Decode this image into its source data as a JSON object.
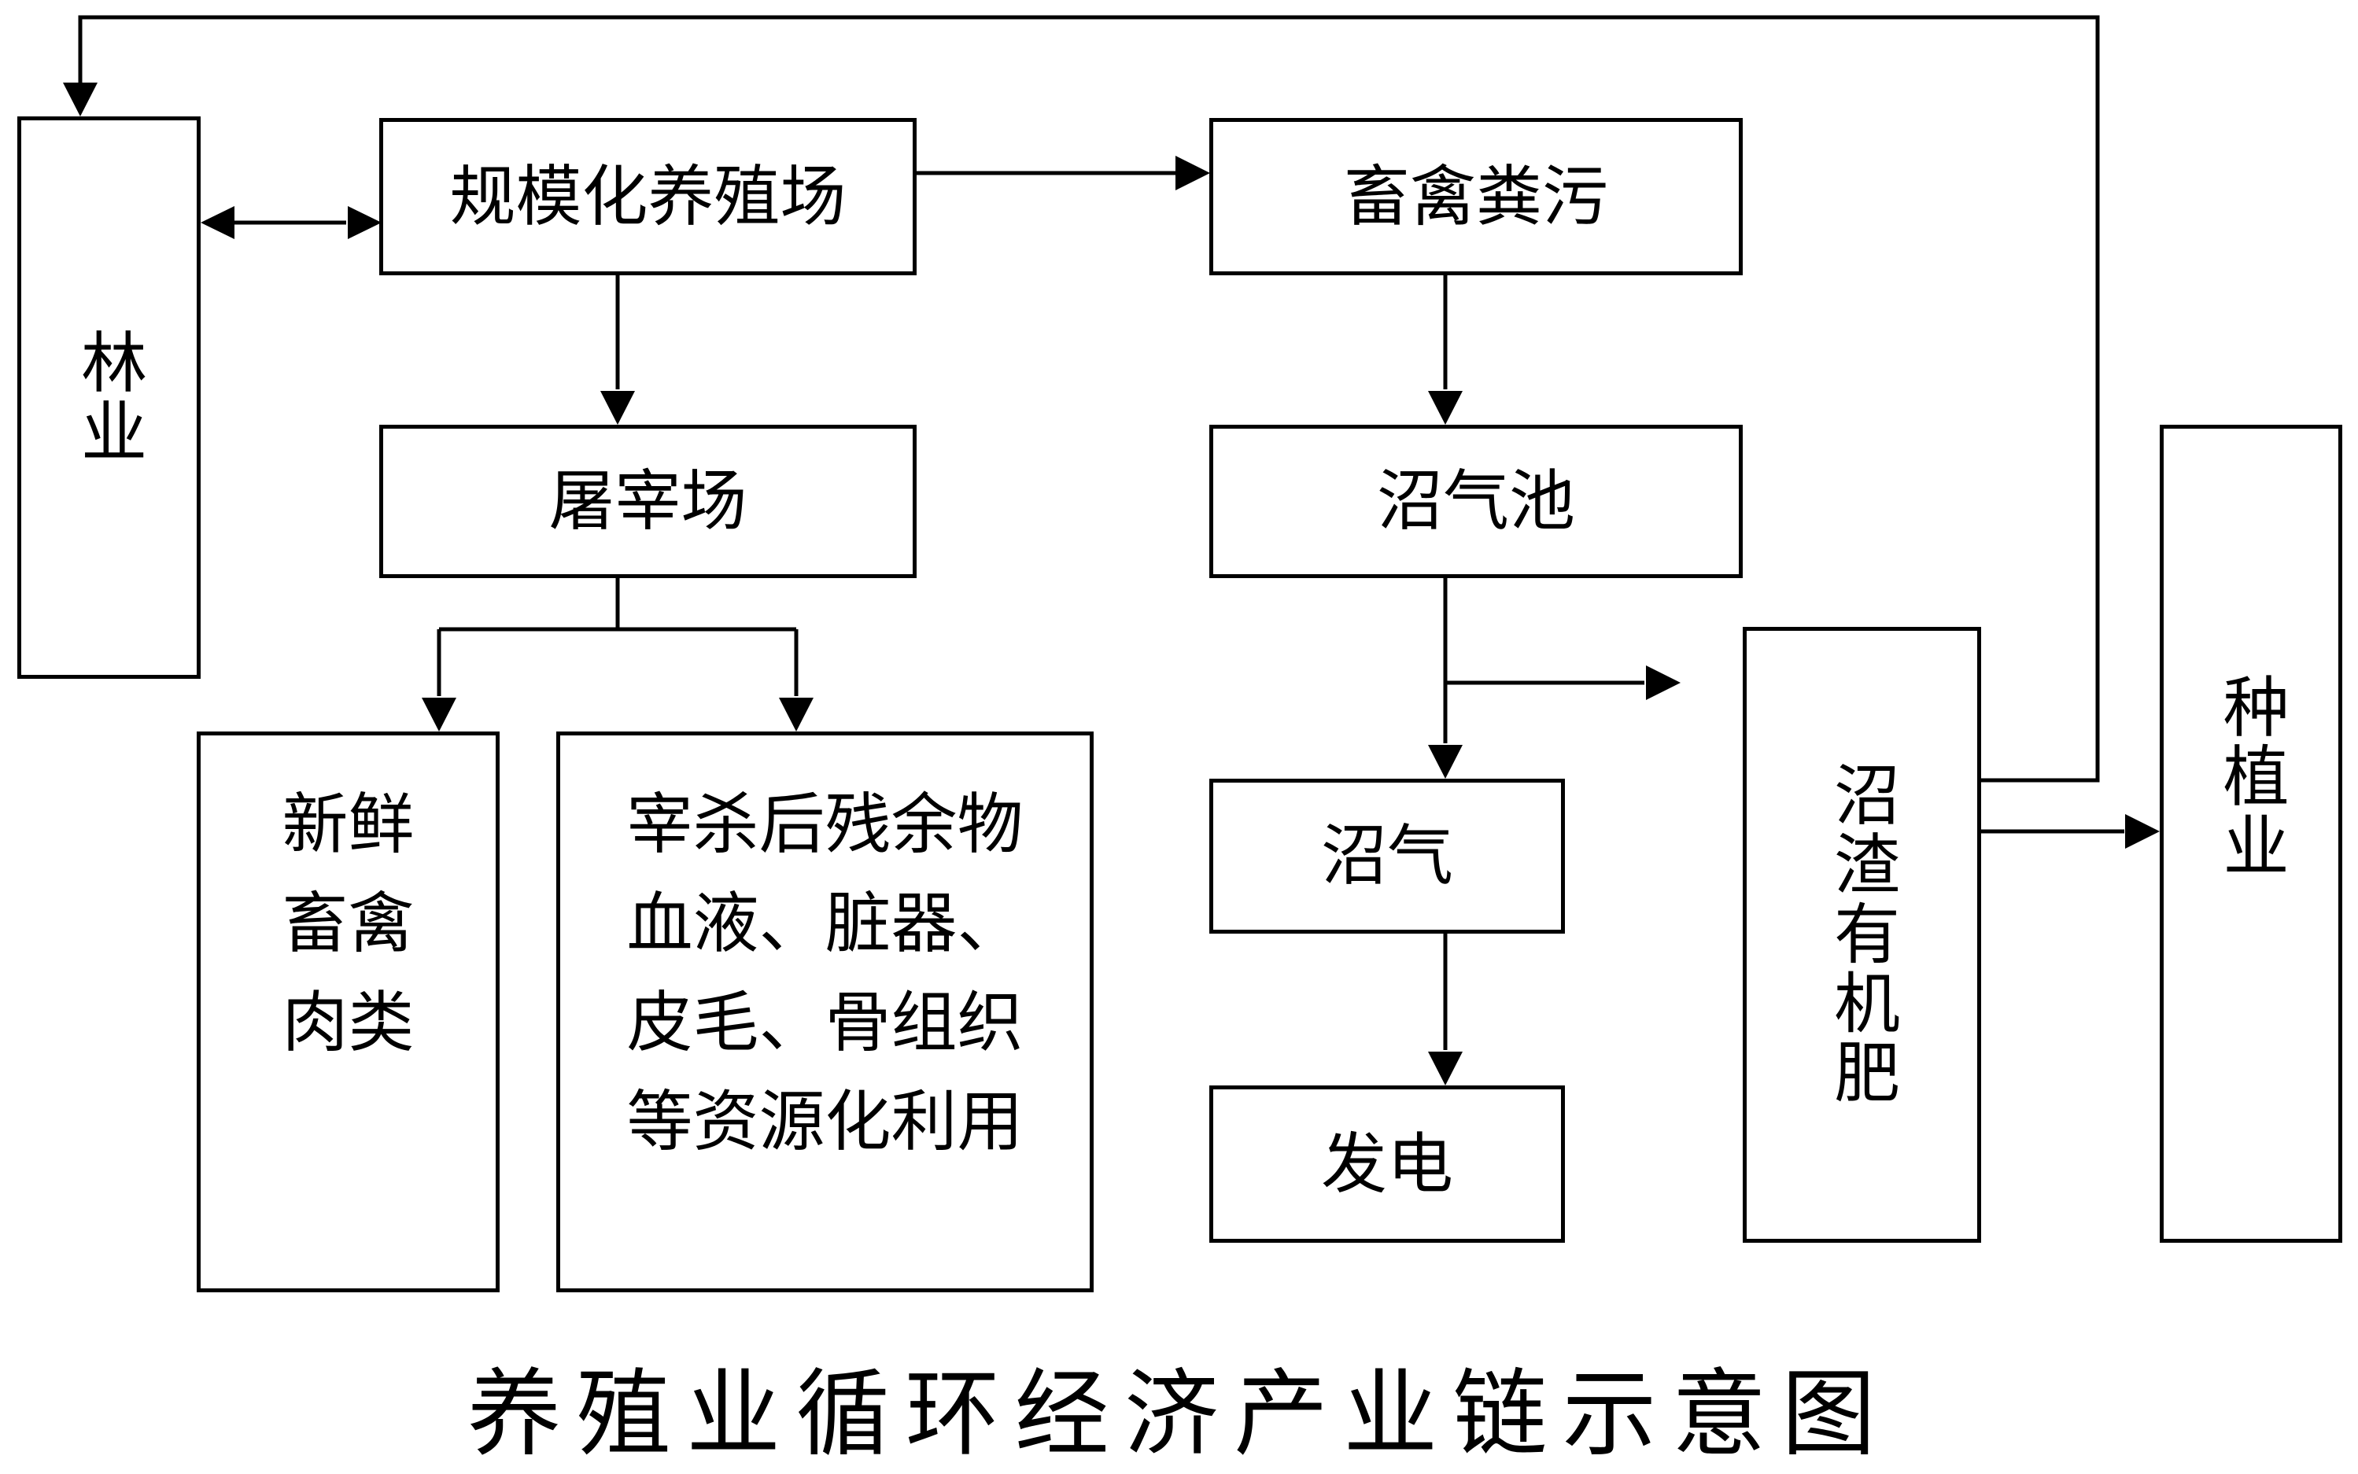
{
  "diagram": {
    "nodes": {
      "forestry": "林业",
      "farm": "规模化养殖场",
      "manure": "畜禽粪污",
      "slaughterhouse": "屠宰场",
      "biogas_tank": "沼气池",
      "fresh_meat": "新鲜\n畜禽\n肉类",
      "residue": "宰杀后残余物\n血液、脏器、\n皮毛、骨组织\n等资源化利用",
      "biogas": "沼气",
      "power": "发电",
      "biogas_residue": "沼渣有机肥",
      "planting": "种植业"
    },
    "caption": "养殖业循环经济产业链示意图"
  }
}
